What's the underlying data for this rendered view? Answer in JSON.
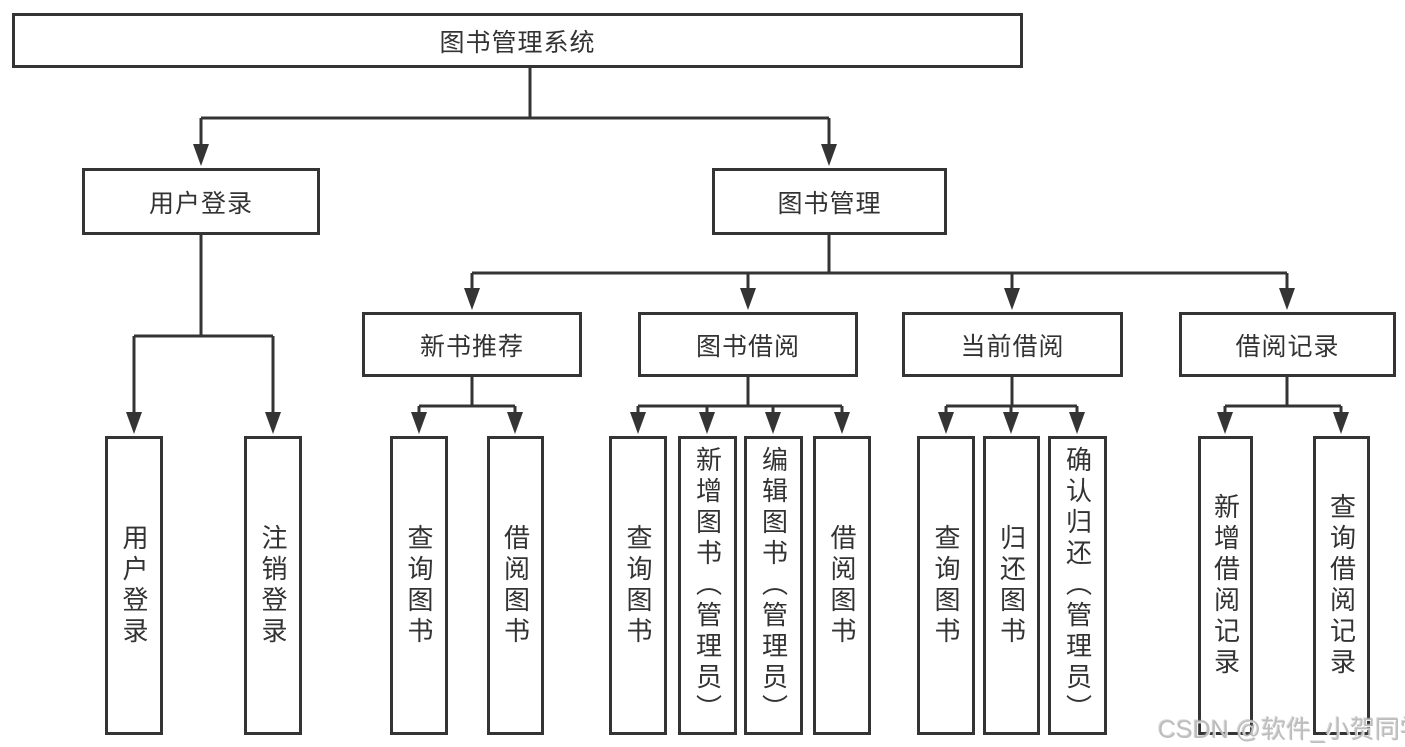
{
  "root": {
    "label": "图书管理系统"
  },
  "level1": [
    {
      "label": "用户登录"
    },
    {
      "label": "图书管理"
    }
  ],
  "level2": [
    {
      "label": "新书推荐"
    },
    {
      "label": "图书借阅"
    },
    {
      "label": "当前借阅"
    },
    {
      "label": "借阅记录"
    }
  ],
  "leaves": {
    "user_login": [
      "用户登录",
      "注销登录"
    ],
    "new_books": [
      "查询图书",
      "借阅图书"
    ],
    "book_borrow": [
      "查询图书",
      "新增图书（管理员）",
      "编辑图书（管理员）",
      "借阅图书"
    ],
    "current_borrow": [
      "查询图书",
      "归还图书",
      "确认归还（管理员）"
    ],
    "borrow_records": [
      "新增借阅记录",
      "查询借阅记录"
    ]
  },
  "watermark": "CSDN @软件_小贺同学",
  "colors": {
    "line": "#343434",
    "text": "#333333",
    "background": "#ffffff",
    "watermark": "#bdbdbd"
  }
}
